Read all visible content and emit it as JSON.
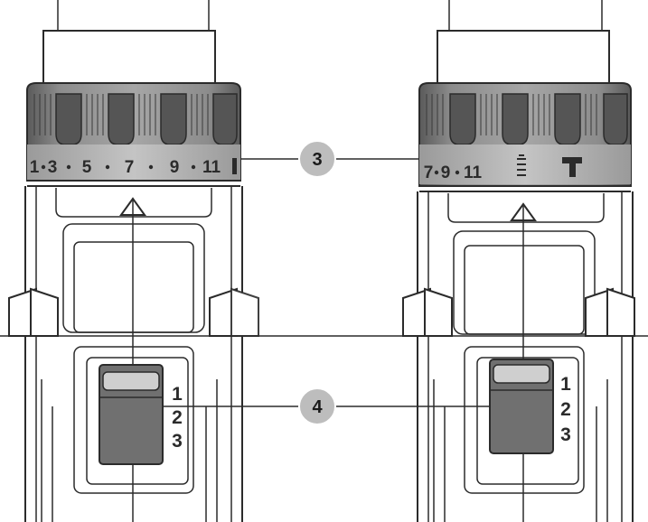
{
  "left_drill": {
    "dial_labels": [
      "1",
      "3",
      "5",
      "7",
      "9",
      "11"
    ],
    "speed_labels": [
      "1",
      "2",
      "3"
    ]
  },
  "right_drill": {
    "dial_labels": [
      "7",
      "9",
      "11"
    ],
    "speed_labels": [
      "1",
      "2",
      "3"
    ]
  },
  "callouts": [
    {
      "label": "3"
    },
    {
      "label": "4"
    }
  ]
}
